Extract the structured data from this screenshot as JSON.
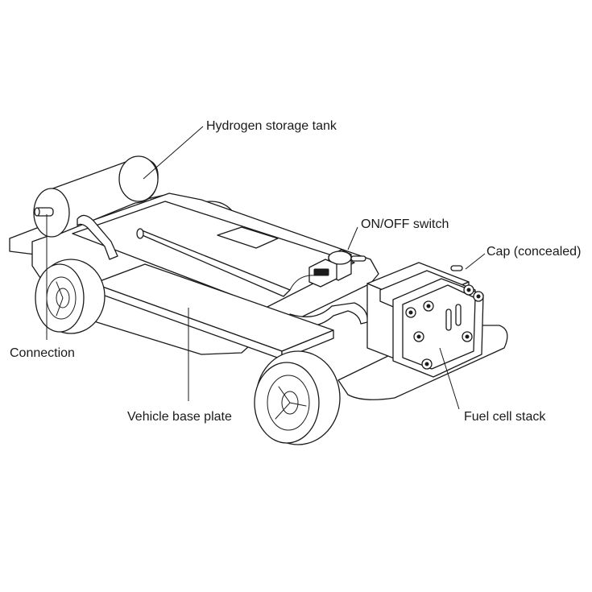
{
  "labels": {
    "hydrogen_tank": "Hydrogen storage tank",
    "on_off_switch": "ON/OFF switch",
    "cap": "Cap (concealed)",
    "connection": "Connection",
    "base_plate": "Vehicle base plate",
    "fuel_cell": "Fuel cell stack"
  },
  "colors": {
    "line": "#1a1a1a",
    "background": "#ffffff"
  }
}
